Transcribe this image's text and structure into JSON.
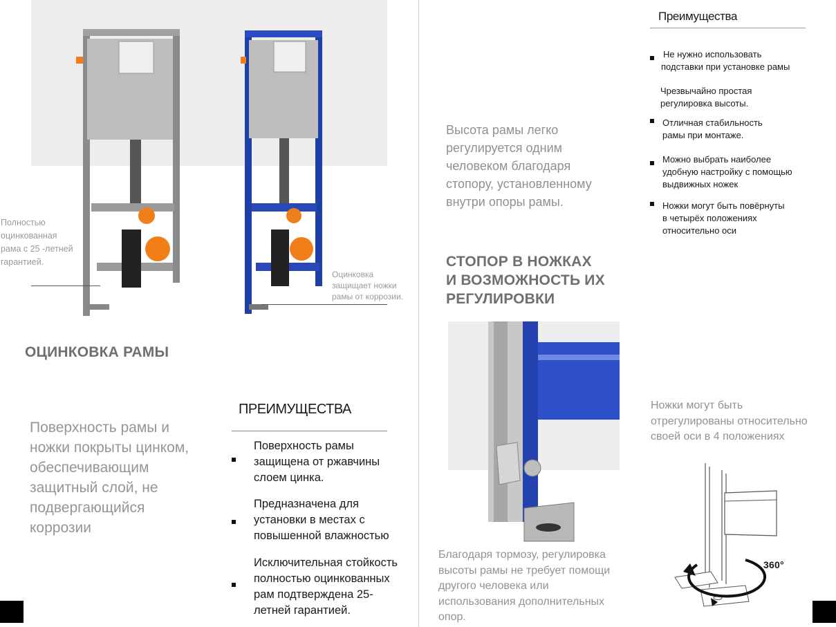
{
  "left": {
    "label_full_galv": [
      "Полностью",
      "оцинкованная",
      "рама с 25 -летней",
      "гарантией."
    ],
    "label_galv_legs": [
      "Оцинковка",
      "защищает ножки",
      "рамы от коррозии."
    ],
    "section_title": "ОЦИНКОВКА РАМЫ",
    "body_text": [
      "Поверхность рамы и",
      "ножки покрыты цинком,",
      "обеспечивающим",
      "защитный слой, не",
      "подвергающийся",
      "коррозии"
    ],
    "advantages_title": "ПРЕИМУЩЕСТВА",
    "advantages": [
      [
        "Поверхность рамы",
        "защищена  от ржавчины",
        "слоем цинка."
      ],
      [
        "Предназначена для",
        "установки в местах с",
        "повышенной влажностью"
      ],
      [
        "Исключительная стойкость",
        "полностью оцинкованных",
        "рам подтверждена 25-",
        "летней гарантией."
      ]
    ]
  },
  "right": {
    "body_text": [
      "Высота рамы легко",
      "регулируется  одним",
      "человеком  благодаря",
      "стопору,  установленному",
      "внутри  опоры рамы."
    ],
    "advantages_title": "Преимущества",
    "advantages": [
      [
        "Не нужно использовать",
        "подставки при установке рамы"
      ],
      [
        "Чрезвычайно простая",
        "регулировка высоты."
      ],
      [
        "Отличная  стабильность",
        "рамы при монтаже."
      ],
      [
        "Можно выбрать наиболее",
        "удобную  настройку  с помощью",
        "выдвижных ножек"
      ],
      [
        "Ножки могут быть повёрнуты",
        "в четырёх положениях",
        "относительно оси"
      ]
    ],
    "section_title": [
      "СТОПОР В НОЖКАХ",
      "И ВОЗМОЖНОСТЬ ИХ",
      "РЕГУЛИРОВКИ"
    ],
    "caption_brake": [
      "Благодаря тормозу, регулировка",
      "высоты рамы не требует помощи",
      "другого человека или",
      "использования дополнительных",
      "опор."
    ],
    "caption_rotate": [
      "Ножки могут быть",
      "отрегулированы относительно",
      "своей оси в 4 положениях"
    ],
    "rotation_label": "360°"
  }
}
